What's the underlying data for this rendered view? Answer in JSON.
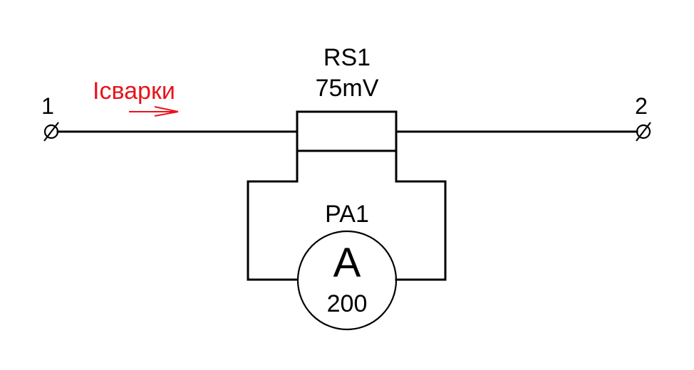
{
  "diagram": {
    "type": "electrical-schematic",
    "terminals": [
      {
        "id": "terminal-1",
        "label": "1"
      },
      {
        "id": "terminal-2",
        "label": "2"
      }
    ],
    "current": {
      "label": "Iсварки",
      "color": "#e8141c",
      "direction": "left-to-right"
    },
    "shunt": {
      "designator": "RS1",
      "rating": "75mV"
    },
    "ammeter": {
      "designator": "PA1",
      "symbol": "A",
      "range": "200"
    }
  }
}
